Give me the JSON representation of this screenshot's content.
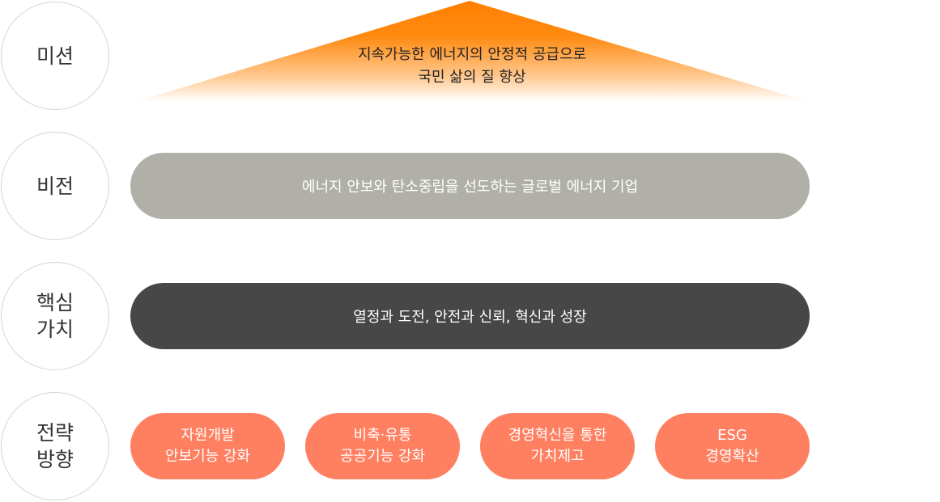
{
  "colors": {
    "mission_gradient_top": "#ff7f00",
    "mission_gradient_bottom": "#ffffff",
    "vision_bar": "#b1b0a8",
    "values_bar": "#474747",
    "strategy_pill": "#ff7f61",
    "circle_border": "#d6d6d6"
  },
  "rows": {
    "mission": {
      "label": "미션",
      "text": "지속가능한 에너지의 안정적 공급으로\n국민 삶의 질 향상"
    },
    "vision": {
      "label": "비전",
      "text": "에너지 안보와 탄소중립을 선도하는 글로벌 에너지 기업"
    },
    "values": {
      "label": "핵심\n가치",
      "text": "열정과 도전, 안전과 신뢰, 혁신과 성장"
    },
    "strategy": {
      "label": "전략\n방향",
      "items": [
        "자원개발\n안보기능 강화",
        "비축·유통\n공공기능 강화",
        "경영혁신을 통한\n가치제고",
        "ESG\n경영확산"
      ]
    }
  }
}
